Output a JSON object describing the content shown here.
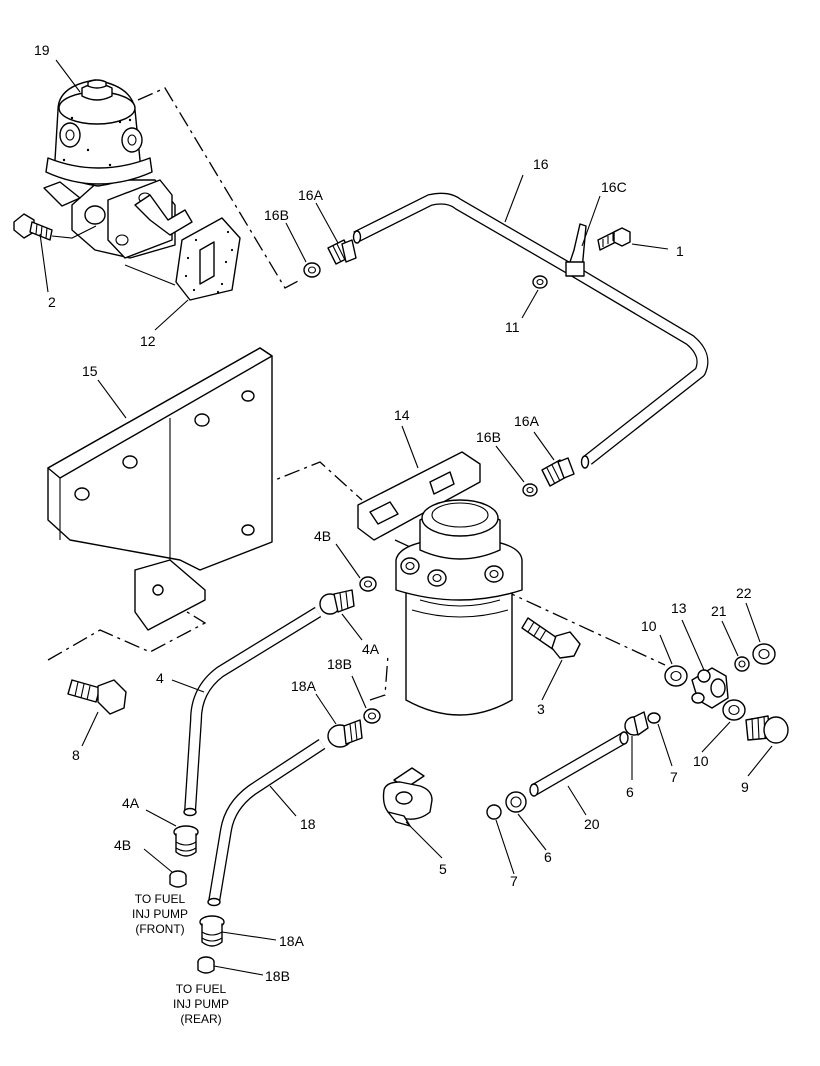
{
  "labels": {
    "l19": "19",
    "l2": "2",
    "l12": "12",
    "l16": "16",
    "l16A_top": "16A",
    "l16B_top": "16B",
    "l16C": "16C",
    "l1": "1",
    "l11": "11",
    "l15": "15",
    "l14": "14",
    "l16A_mid": "16A",
    "l16B_mid": "16B",
    "l4B_top": "4B",
    "l4A_top": "4A",
    "l4": "4",
    "l3": "3",
    "l8": "8",
    "l18A_top": "18A",
    "l18B_top": "18B",
    "l18": "18",
    "l4A_bot": "4A",
    "l4B_bot": "4B",
    "l5": "5",
    "l10_top": "10",
    "l13": "13",
    "l21": "21",
    "l22": "22",
    "l6_top": "6",
    "l7_top": "7",
    "l10_bot": "10",
    "l9": "9",
    "l20": "20",
    "l6_bot": "6",
    "l7_bot": "7",
    "l18A_bot": "18A",
    "l18B_bot": "18B"
  },
  "notes": {
    "front": [
      "TO FUEL",
      "INJ PUMP",
      "(FRONT)"
    ],
    "rear": [
      "TO FUEL",
      "INJ PUMP",
      "(REAR)"
    ]
  }
}
